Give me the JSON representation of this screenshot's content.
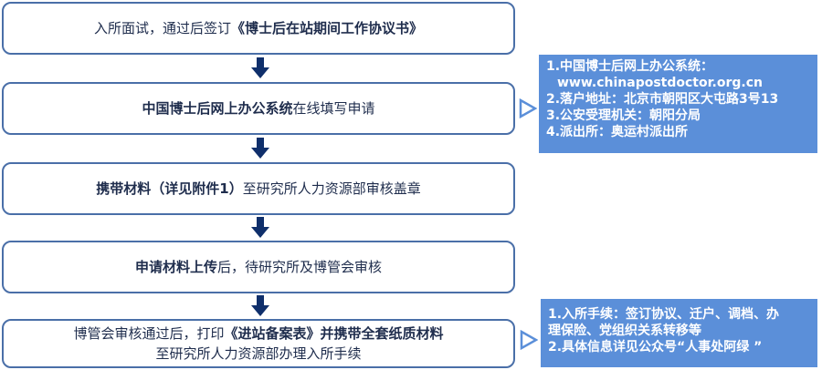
{
  "steps": [
    {
      "pre": "入所面试，通过后签订",
      "bold": "《博士后在站期间工作协议书》",
      "post": ""
    },
    {
      "pre": "",
      "bold": "中国博士后网上办公系统",
      "post": "在线填写申请"
    },
    {
      "pre": "",
      "bold": "携带材料（详见附件1）",
      "post": "至研究所人力资源部审核盖章"
    },
    {
      "pre": "",
      "bold": "申请材料上传",
      "post": "后，待研究所及博管会审核"
    },
    {
      "pre": "博管会审核通过后，打印",
      "bold": "《进站备案表》并携带全套纸质材料",
      "post": "",
      "line2": "至研究所人力资源部办理入所手续"
    }
  ],
  "panel1": [
    "1.中国博士后网上办公系统：",
    "www.chinapostdoctor.org.cn",
    "2.落户地址：北京市朝阳区大屯路3号13",
    "3.公安受理机关：朝阳分局",
    "4.派出所：奥运村派出所"
  ],
  "panel2": [
    "1.入所手续：签订协议、迁户、调档、办",
    "理保险、党组织关系转移等",
    "2.具体信息详见公众号“人事处阿绿 ”"
  ],
  "colors": {
    "panel": "#5b8fd9",
    "border": "#4a6fa8",
    "arrow": "#0f2f6b"
  }
}
